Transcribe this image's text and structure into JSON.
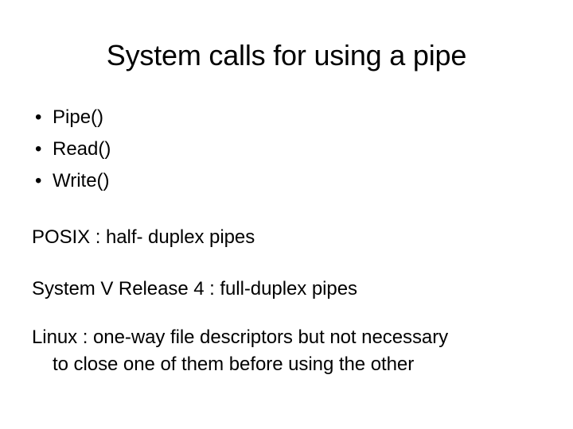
{
  "slide": {
    "title": "System calls for using a pipe",
    "bullet_glyph": "•",
    "bullets": [
      {
        "label": "Pipe()"
      },
      {
        "label": "Read()"
      },
      {
        "label": "Write()"
      }
    ],
    "paragraphs": [
      {
        "text": "POSIX : half- duplex pipes"
      },
      {
        "text": "System V Release 4 : full-duplex pipes"
      }
    ],
    "wrapped_paragraph": {
      "line1": "Linux : one-way file descriptors but not necessary",
      "line2": "to close one of them before using the other"
    },
    "colors": {
      "background": "#ffffff",
      "text": "#000000"
    }
  }
}
